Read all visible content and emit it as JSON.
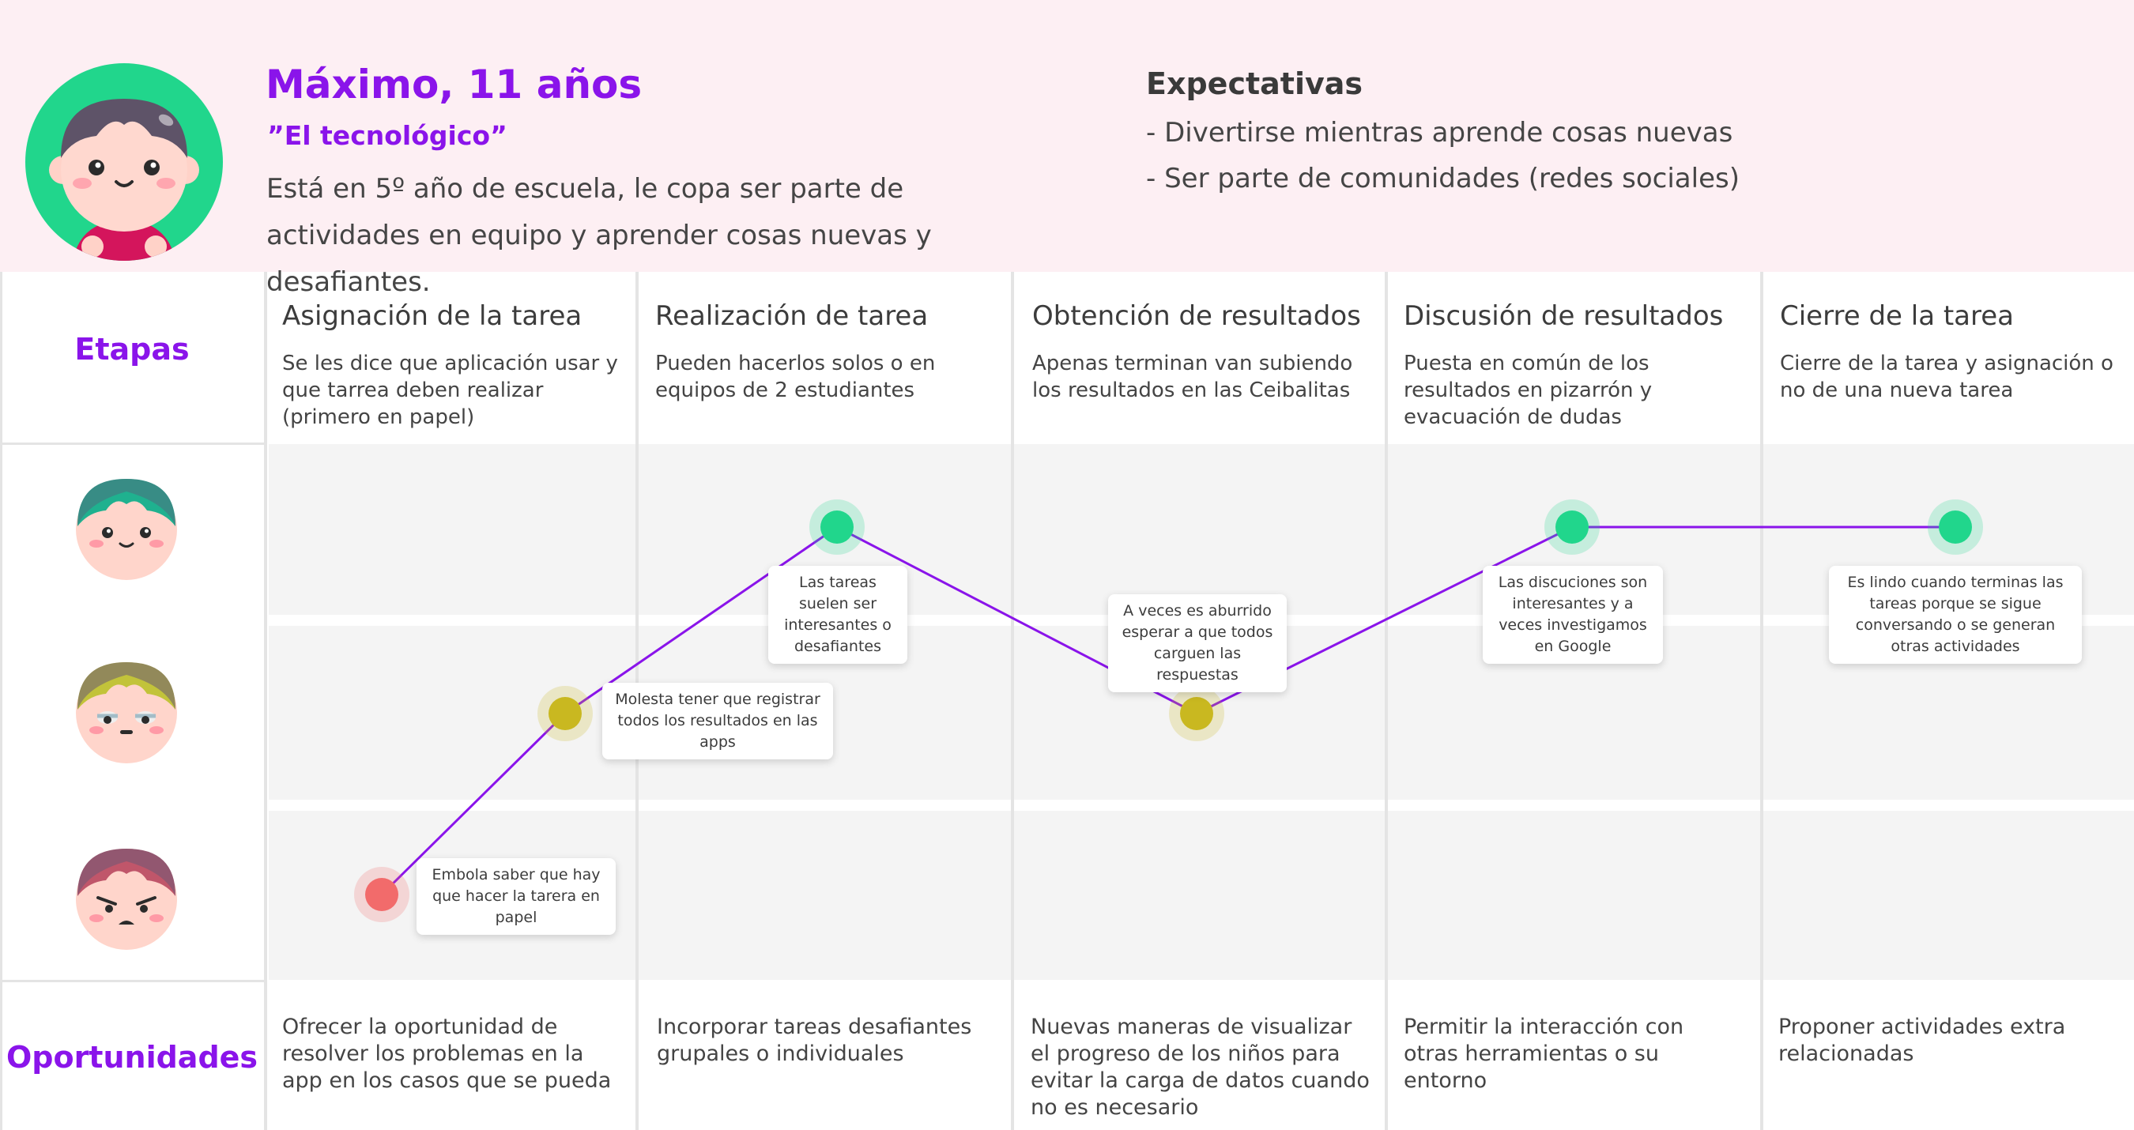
{
  "persona": {
    "name": "Máximo, 11 años",
    "nickname": "”El tecnológico”",
    "description": "Está en 5º año de escuela, le copa ser parte de actividades en equipo y aprender cosas nuevas y desafiantes."
  },
  "expectations": {
    "title": "Expectativas",
    "items": [
      "- Divertirse mientras aprende cosas nuevas",
      "- Ser parte de comunidades (redes sociales)"
    ]
  },
  "rows": {
    "stages_label": "Etapas",
    "opportunities_label": "Oportunidades"
  },
  "stages": [
    {
      "title": "Asignación de la tarea",
      "description": "Se les dice que aplicación usar y que tarrea deben realizar (primero en papel)",
      "opportunity": "Ofrecer la oportunidad de resolver los problemas en la app en los casos que se pueda"
    },
    {
      "title": "Realización de tarea",
      "description": "Pueden hacerlos solos o en equipos de 2 estudiantes",
      "opportunity": "Incorporar tareas desafiantes grupales o individuales"
    },
    {
      "title": "Obtención de resultados",
      "description": "Apenas terminan van subiendo los resultados en las Ceibalitas",
      "opportunity": "Nuevas maneras de visualizar el progreso de los niños para evitar la carga de datos cuando no es necesario"
    },
    {
      "title": "Discusión de resultados",
      "description": "Puesta en común de los resultados en pizarrón y evacuación de dudas",
      "opportunity": "Permitir la interacción con otras herramientas o su entorno"
    },
    {
      "title": "Cierre de la tarea",
      "description": "Cierre de la tarea y asignación o no de una nueva tarea",
      "opportunity": "Proponer actividades extra relacionadas"
    }
  ],
  "journey": {
    "levels": [
      "happy",
      "neutral",
      "angry"
    ],
    "points": [
      {
        "stage": 1,
        "level": "angry",
        "note": "Embola saber que hay que hacer la tarera en papel",
        "color": "#f26b6b"
      },
      {
        "stage": 1,
        "level": "neutral",
        "note": "Molesta tener que registrar todos los resultados en las apps",
        "color": "#c9b820"
      },
      {
        "stage": 2,
        "level": "happy",
        "note": "Las tareas suelen ser interesantes o desafiantes",
        "color": "#21d68c"
      },
      {
        "stage": 3,
        "level": "neutral",
        "note": "A veces es aburrido esperar a que todos carguen las respuestas",
        "color": "#c9b820"
      },
      {
        "stage": 4,
        "level": "happy",
        "note": "Las discuciones son interesantes y a veces investigamos en Google",
        "color": "#21d68c"
      },
      {
        "stage": 5,
        "level": "happy",
        "note": "Es lindo cuando terminas las tareas porque se sigue conversando o se generan otras actividades",
        "color": "#21d68c"
      }
    ],
    "line_color": "#8a14ea"
  },
  "colors": {
    "accent": "#8a14ea",
    "header_bg": "#fdeff3",
    "happy": "#21d68c",
    "neutral": "#c9b820",
    "angry": "#f26b6b"
  }
}
